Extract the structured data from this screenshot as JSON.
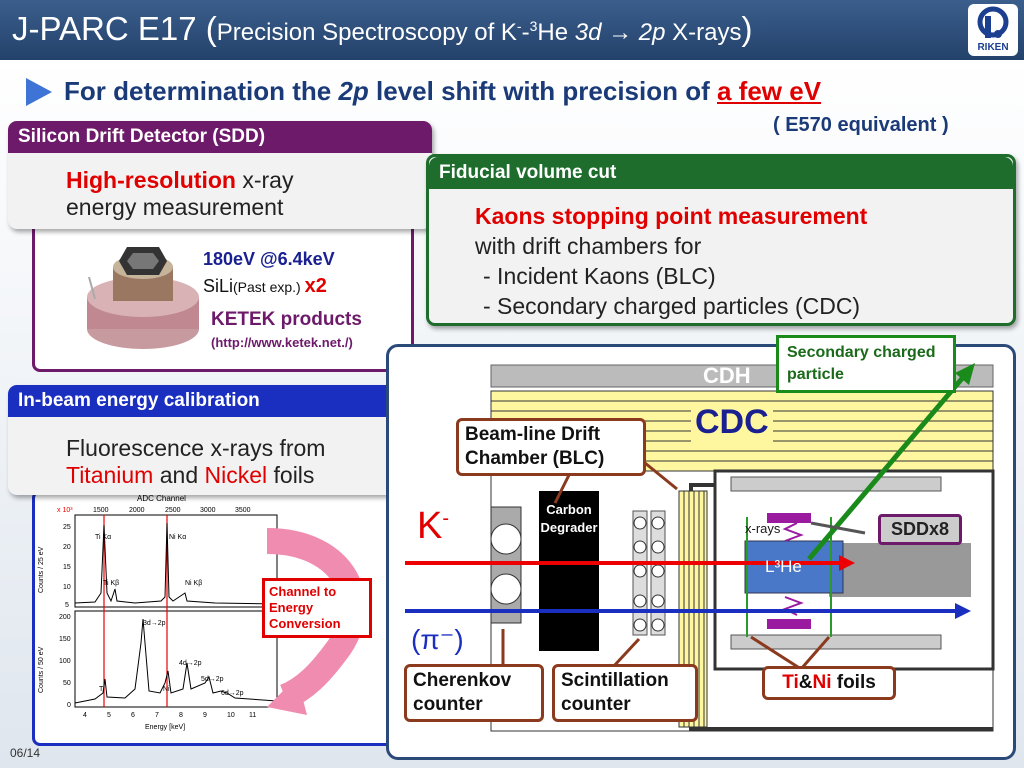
{
  "title": {
    "main": "J-PARC E17 (",
    "sub1": "Precision Spectroscopy of K",
    "sup_minus": "-",
    "sub2": "-",
    "sup3": "3",
    "sub3": "He ",
    "d3": "3d",
    "arrow": " → ",
    "p2": "2p",
    "sub4": " X-rays",
    "close": ")"
  },
  "logo": {
    "word": "RIKEN"
  },
  "heading": {
    "pre": "For determination the ",
    "italic": "2p",
    "mid": " level shift with precision of ",
    "highlight": "a few eV"
  },
  "equivalent": "( E570 equivalent )",
  "sdd_box": {
    "header": "Silicon Drift Detector (SDD)",
    "red": "High-resolution",
    "rest1": " x-ray",
    "rest2": "energy measurement",
    "res": "180eV @6.4keV",
    "sili": "SiLi",
    "past": "(Past exp.) ",
    "x2": "x2",
    "ketek": "KETEK products",
    "url": "(http://www.ketek.net./)"
  },
  "fiducial_box": {
    "header": "Fiducial volume cut",
    "red": "Kaons stopping point measurement",
    "line2": "with drift chambers for",
    "line3": "- Incident Kaons (BLC)",
    "line4": "- Secondary charged particles (CDC)"
  },
  "calib_box": {
    "header": "In-beam energy calibration",
    "line1": "Fluorescence x-rays from",
    "ti": "Titanium",
    "and": " and ",
    "ni": "Nickel",
    "foils": " foils"
  },
  "spectrum": {
    "title": "ADC Channel",
    "scale": "x 10³",
    "top_ticks": [
      "1500",
      "2000",
      "2500",
      "3000",
      "3500"
    ],
    "bottom_ticks": [
      "4",
      "5",
      "6",
      "7",
      "8",
      "9",
      "10",
      "11"
    ],
    "xlabel": "Energy [keV]",
    "ylabel_top": "Counts / 25 eV",
    "ylabel_bottom": "Counts / 50 eV",
    "top_yticks": [
      "25",
      "20",
      "15",
      "10",
      "5"
    ],
    "bottom_yticks": [
      "200",
      "150",
      "100",
      "50",
      "0"
    ],
    "peaks_top": [
      "Ti Kα",
      "Ni Kα",
      "Ti Kβ",
      "Ni Kβ"
    ],
    "peaks_bottom": [
      "3d→2p",
      "4d→2p",
      "5d→2p",
      "6d→2p",
      "Ti",
      "Ni"
    ]
  },
  "conversion_label": "Channel to Energy Conversion",
  "detector": {
    "cdh": "CDH",
    "cdc": "CDC",
    "secondary": "Secondary charged particle",
    "blc": "Beam-line Drift Chamber (BLC)",
    "kminus": "K",
    "kminus_sup": "-",
    "pion": "(π⁻)",
    "carbon": "Carbon Degrader",
    "xrays": "x-rays",
    "target": "L³He",
    "sddx8": "SDDx8",
    "cherenkov": "Cherenkov counter",
    "scint": "Scintillation counter",
    "foils_ti": "Ti",
    "foils_amp": "&",
    "foils_ni": "Ni",
    "foils_rest": " foils"
  },
  "page_number": "06/14",
  "colors": {
    "title_bar": "#2e5080",
    "red": "#e00000",
    "navy": "#1a3a78"
  }
}
